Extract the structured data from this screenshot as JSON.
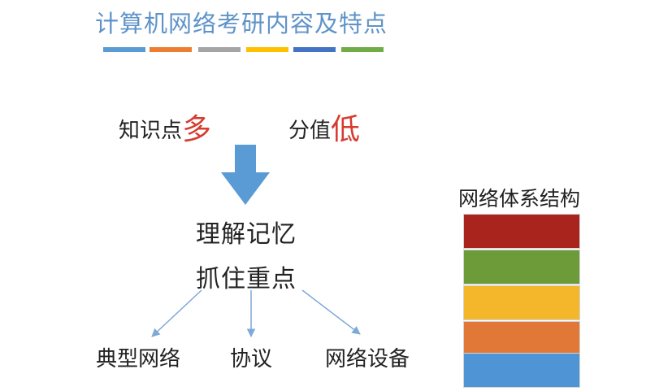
{
  "title": "计算机网络考研内容及特点",
  "strip_colors": [
    "#5b9bd5",
    "#ed7d31",
    "#a5a5a5",
    "#ffc000",
    "#4472c4",
    "#70ad47"
  ],
  "traits": [
    {
      "prefix": "知识点",
      "emphasis": "多"
    },
    {
      "prefix": "分值",
      "emphasis": "低"
    }
  ],
  "strategy": [
    "理解记忆",
    "抓住重点"
  ],
  "focus_areas": [
    "典型网络",
    "协议",
    "网络设备"
  ],
  "architecture": {
    "title": "网络体系结构",
    "layer_colors": [
      "#a8241c",
      "#6d9b3a",
      "#f4b62b",
      "#e27837",
      "#4f95d6"
    ]
  },
  "colors": {
    "title": "#5f93c8",
    "emphasis": "#d63b2f",
    "arrow": "#5b9bd5",
    "branch_line": "#7fa9d6"
  }
}
